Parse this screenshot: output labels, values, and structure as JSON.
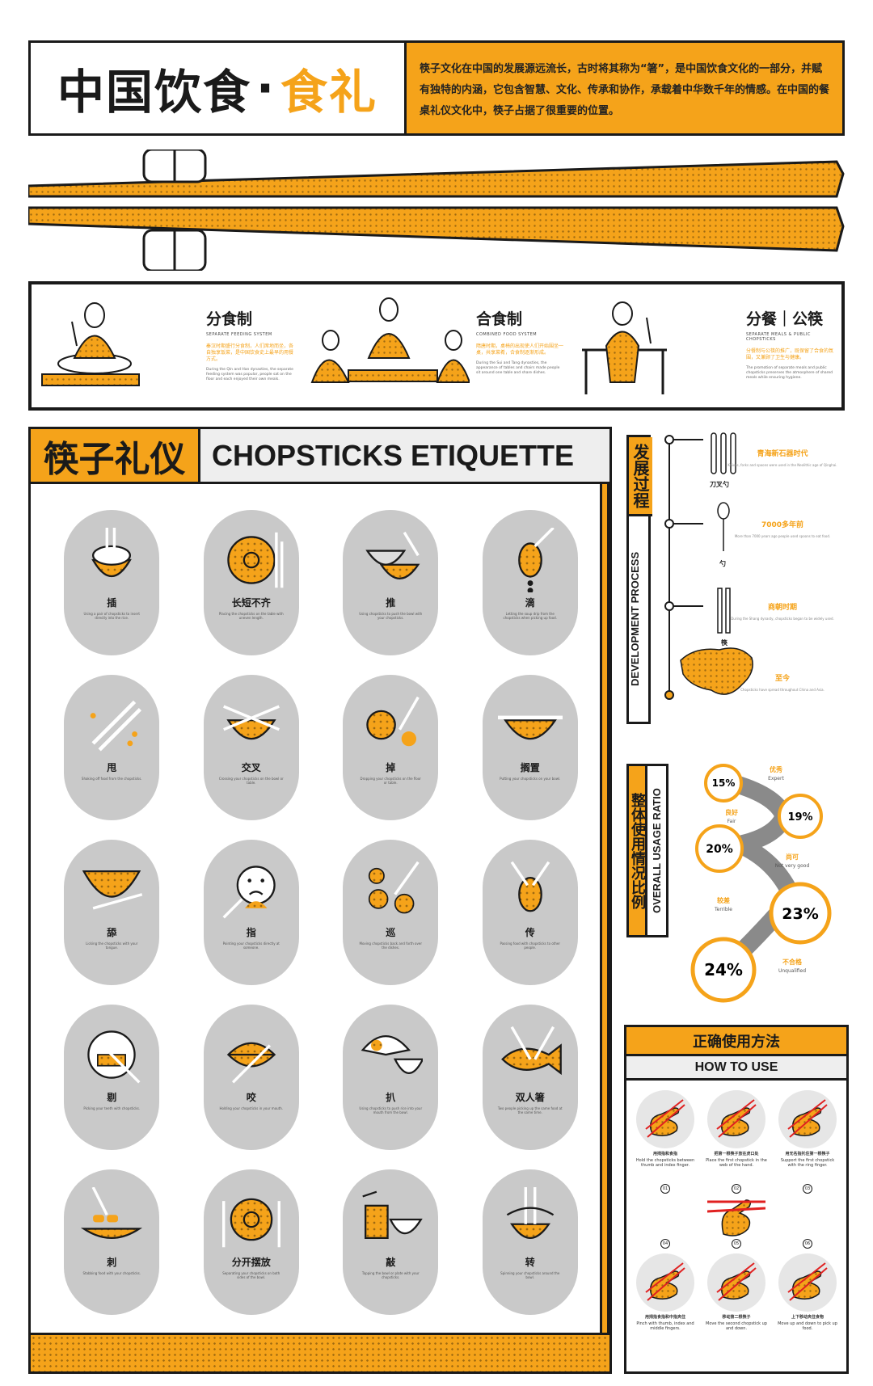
{
  "header": {
    "title_main": "中国饮食",
    "title_dot": "·",
    "title_accent": "食礼",
    "description": "筷子文化在中国的发展源远流长，古时将其称为“箸”，是中国饮食文化的一部分，并赋有独特的内涵，它包含智慧、文化、传承和协作，承载着中华数千年的情感。在中国的餐桌礼仪文化中，筷子占据了很重要的位置。"
  },
  "systems": [
    {
      "title": "分食制",
      "en": "SEPARATE FEEDING SYSTEM",
      "cn": "秦汉时期盛行分食制，人们席地而坐，各自独享饭菜，是中国饮食史上最早的用餐方式。",
      "en2": "During the Qin and Han dynasties, the separate feeding system was popular, people sat on the floor and each enjoyed their own meals."
    },
    {
      "title": "合食制",
      "en": "COMBINED FOOD SYSTEM",
      "cn": "隋唐时期，桌椅的出现使人们开始围坐一桌，共享菜肴，合食制逐渐形成。",
      "en2": "During the Sui and Tang dynasties, the appearance of tables and chairs made people sit around one table and share dishes."
    },
    {
      "title": "分餐｜公筷",
      "en": "SEPARATE MEALS & PUBLIC CHOPSTICKS",
      "cn": "分餐制与公筷的推广，既保留了合食的氛围，又兼顾了卫生与健康。",
      "en2": "The promotion of separate meals and public chopsticks preserves the atmosphere of shared meals while ensuring hygiene."
    }
  ],
  "etiquette": {
    "title_cn": "筷子礼仪",
    "title_en": "CHOPSTICKS ETIQUETTE",
    "items": [
      {
        "name": "插",
        "desc": "Using a pair of chopsticks to insert directly into the rice."
      },
      {
        "name": "长短不齐",
        "desc": "Placing the chopsticks on the table with uneven length."
      },
      {
        "name": "推",
        "desc": "Using chopsticks to push the bowl with your chopsticks."
      },
      {
        "name": "滴",
        "desc": "Letting the soup drip from the chopsticks when picking up food."
      },
      {
        "name": "甩",
        "desc": "Shaking off food from the chopsticks."
      },
      {
        "name": "交叉",
        "desc": "Crossing your chopsticks on the bowl or table."
      },
      {
        "name": "掉",
        "desc": "Dropping your chopsticks on the floor or table."
      },
      {
        "name": "搁置",
        "desc": "Putting your chopsticks on your bowl."
      },
      {
        "name": "舔",
        "desc": "Licking the chopsticks with your tongue."
      },
      {
        "name": "指",
        "desc": "Pointing your chopsticks directly at someone."
      },
      {
        "name": "巡",
        "desc": "Moving chopsticks back and forth over the dishes."
      },
      {
        "name": "传",
        "desc": "Passing food with chopsticks to other people."
      },
      {
        "name": "剔",
        "desc": "Picking your teeth with chopsticks."
      },
      {
        "name": "咬",
        "desc": "Holding your chopsticks in your mouth."
      },
      {
        "name": "扒",
        "desc": "Using chopsticks to push rice into your mouth from the bowl."
      },
      {
        "name": "双人箸",
        "desc": "Two people picking up the same food at the same time."
      },
      {
        "name": "刺",
        "desc": "Stabbing food with your chopsticks."
      },
      {
        "name": "分开摆放",
        "desc": "Separating your chopsticks on both sides of the bowl."
      },
      {
        "name": "敲",
        "desc": "Tapping the bowl or plate with your chopsticks."
      },
      {
        "name": "转",
        "desc": "Spinning your chopsticks around the bowl."
      }
    ]
  },
  "development": {
    "label_cn": "发展过程",
    "label_en": "DEVELOPMENT PROCESS",
    "items": [
      {
        "title": "青海新石器时代",
        "label": "刀叉勺",
        "desc": "Knives, forks and spoons were used in the Neolithic age of Qinghai."
      },
      {
        "title": "7000多年前",
        "label": "勺",
        "desc": "More than 7000 years ago people used spoons to eat food."
      },
      {
        "title": "商朝时期",
        "label": "筷",
        "desc": "During the Shang dynasty, chopsticks began to be widely used."
      },
      {
        "title": "至今",
        "label": "",
        "desc": "Chopsticks have spread throughout China and Asia."
      }
    ]
  },
  "usage": {
    "label_cn": "整体使用情况比例",
    "label_en": "OVERALL USAGE RATIO",
    "items": [
      {
        "pct": "15%",
        "cn": "优秀",
        "en": "Expert"
      },
      {
        "pct": "19%",
        "cn": "良好",
        "en": "Fair"
      },
      {
        "pct": "20%",
        "cn": "尚可",
        "en": "Not very good"
      },
      {
        "pct": "23%",
        "cn": "较差",
        "en": "Terrible"
      },
      {
        "pct": "24%",
        "cn": "不合格",
        "en": "Unqualified"
      }
    ]
  },
  "howto": {
    "title_cn": "正确使用方法",
    "title_en": "HOW TO USE",
    "steps": [
      {
        "num": "01",
        "cn": "用拇指和食指",
        "en": "Hold the chopsticks between thumb and index finger."
      },
      {
        "num": "02",
        "cn": "把第一根筷子放在虎口处",
        "en": "Place the first chopstick in the web of the hand."
      },
      {
        "num": "03",
        "cn": "用无名指托住第一根筷子",
        "en": "Support the first chopstick with the ring finger."
      },
      {
        "num": "04",
        "cn": "用拇指食指和中指夹住",
        "en": "Pinch with thumb, index and middle fingers."
      },
      {
        "num": "05",
        "cn": "移动第二根筷子",
        "en": "Move the second chopstick up and down."
      },
      {
        "num": "06",
        "cn": "上下移动夹住食物",
        "en": "Move up and down to pick up food."
      }
    ]
  },
  "colors": {
    "accent": "#f5a31a",
    "dark": "#1a1a1a",
    "gray": "#c9c9c9"
  }
}
